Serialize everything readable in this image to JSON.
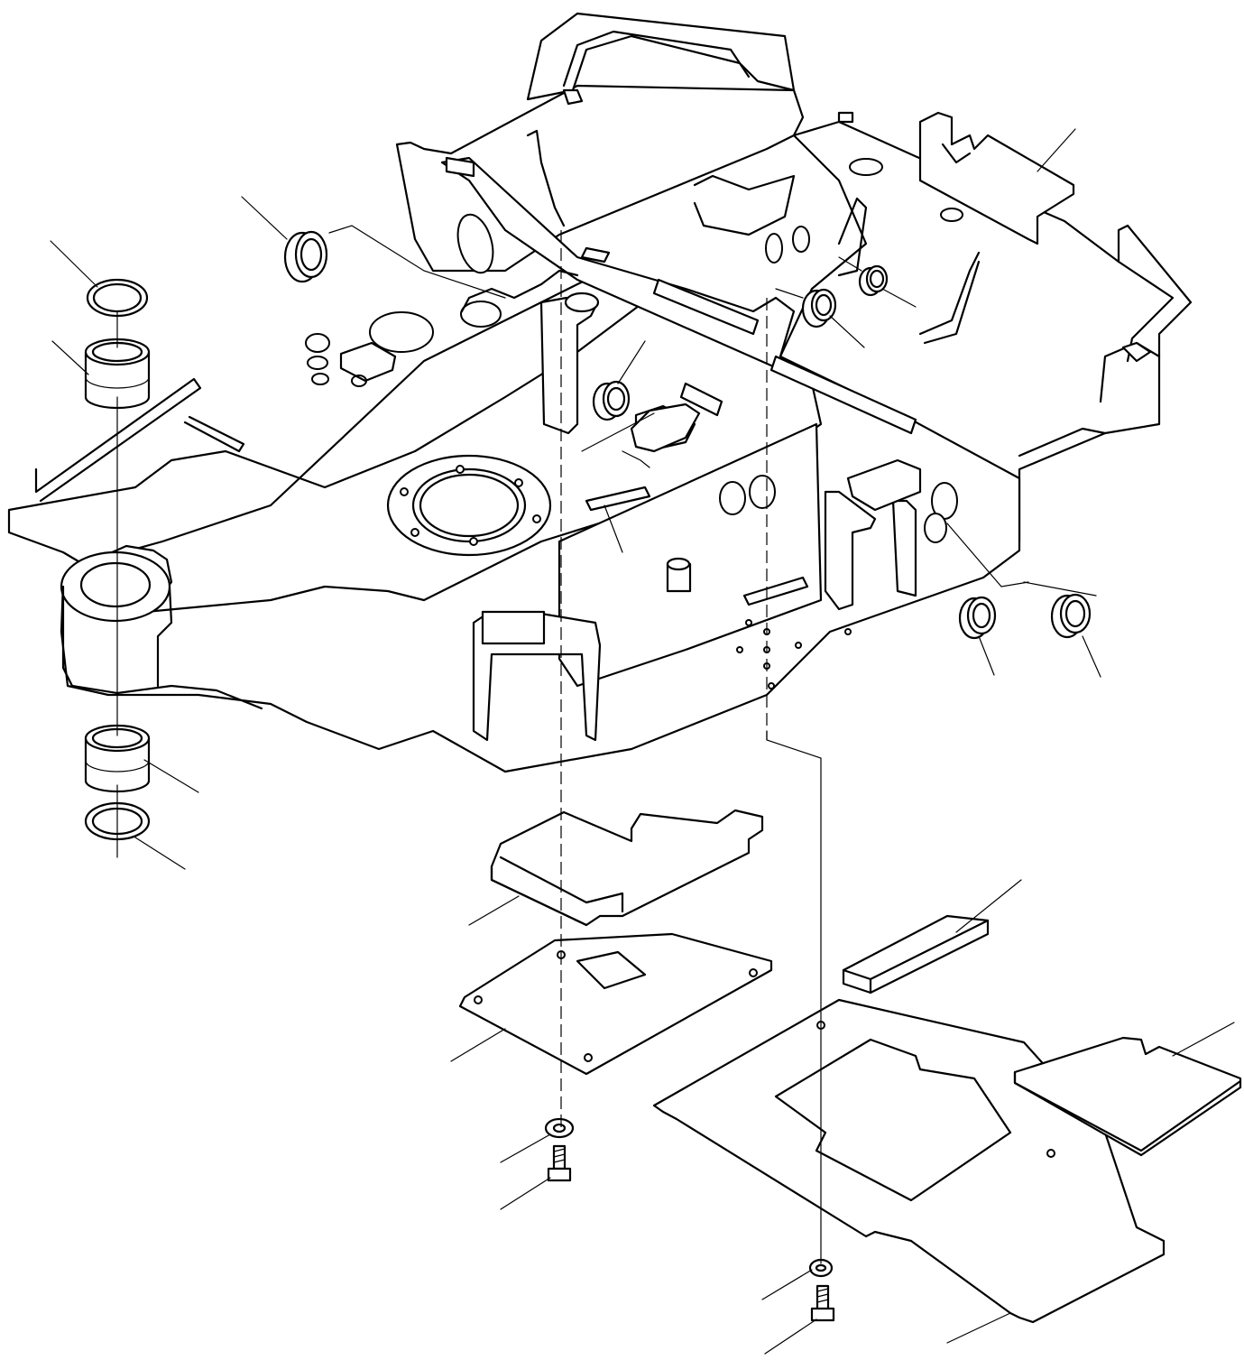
{
  "figure": {
    "stroke_color": "#000000",
    "background_color": "#ffffff"
  },
  "parts": [
    "upper-frame",
    "counterweight-bracket",
    "swing-bracket-boss",
    "bushing-upper",
    "seal-ring-upper",
    "bushing-lower",
    "seal-ring-lower",
    "grommet-left",
    "grommet-center",
    "grommet-right-a",
    "grommet-right-b",
    "grommet-rear-a",
    "grommet-rear-b",
    "oval-grommet",
    "pad-center",
    "cover-plate-upper",
    "cover-plate-middle",
    "under-cover-large",
    "cover-right",
    "rubber-pad",
    "washer-left",
    "bolt-left",
    "washer-right",
    "bolt-right"
  ]
}
